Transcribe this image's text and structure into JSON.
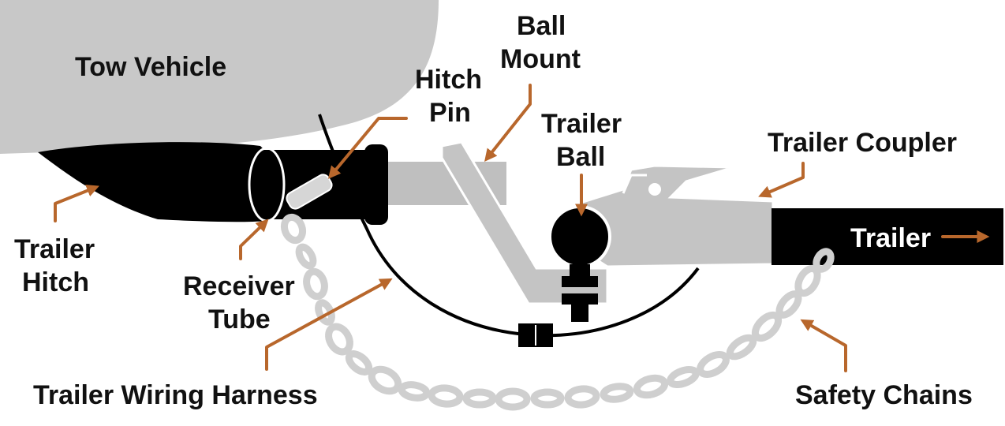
{
  "diagram": {
    "labels": {
      "tow_vehicle": "Tow Vehicle",
      "ball_mount_1": "Ball",
      "ball_mount_2": "Mount",
      "hitch_pin_1": "Hitch",
      "hitch_pin_2": "Pin",
      "trailer_ball_1": "Trailer",
      "trailer_ball_2": "Ball",
      "trailer_coupler": "Trailer Coupler",
      "trailer": "Trailer",
      "trailer_hitch_1": "Trailer",
      "trailer_hitch_2": "Hitch",
      "receiver_tube_1": "Receiver",
      "receiver_tube_2": "Tube",
      "wiring_harness": "Trailer Wiring Harness",
      "safety_chains": "Safety Chains"
    },
    "colors": {
      "vehicle": "#c8c8c8",
      "metal_light": "#bfbfbf",
      "dark": "#000000",
      "chain": "#cfcfcf",
      "arrow": "#b8672c"
    }
  }
}
